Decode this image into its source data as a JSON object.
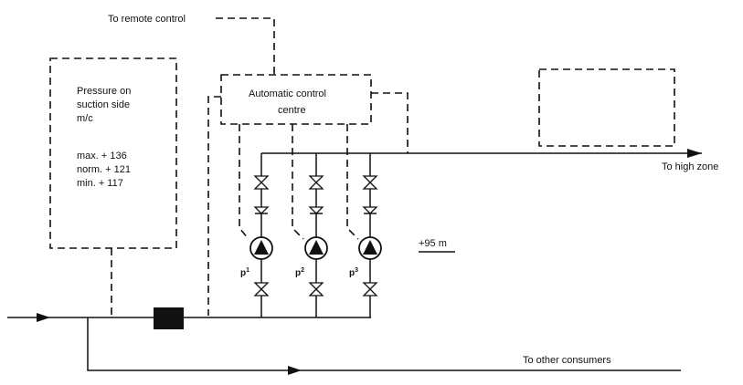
{
  "labels": {
    "remote": "To remote control",
    "control_centre": [
      "Automatic control",
      "centre"
    ],
    "pressure_info": [
      "Pressure on",
      "suction side",
      "m/c"
    ],
    "pressures": [
      "max. + 136",
      "norm. + 121",
      "min. + 117"
    ],
    "high_zone": "To high zone",
    "other_consumers": "To other consumers",
    "elevation": "+95 m"
  },
  "pumps": [
    {
      "name": "p",
      "index": "1"
    },
    {
      "name": "p",
      "index": "2"
    },
    {
      "name": "p",
      "index": "3"
    }
  ]
}
